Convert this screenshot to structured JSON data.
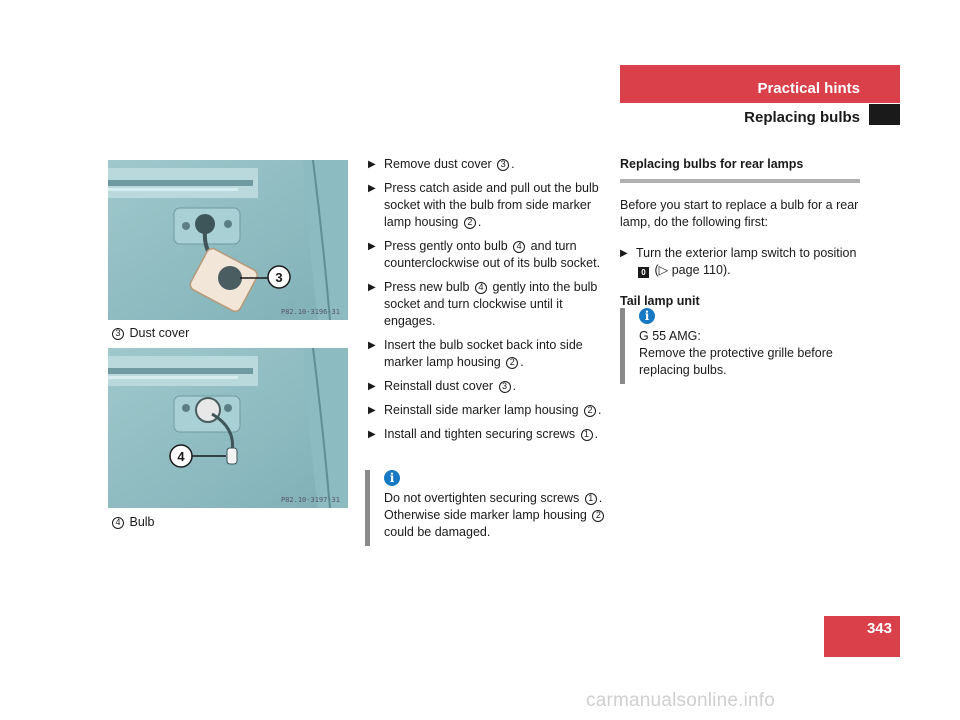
{
  "header": {
    "section": "Practical hints",
    "subsection": "Replacing bulbs"
  },
  "page_number": "343",
  "figures": [
    {
      "code": "P82.10-3196-31",
      "callout": "3",
      "caption_num": "3",
      "caption_text": "Dust cover"
    },
    {
      "code": "P82.10-3197-31",
      "callout": "4",
      "caption_num": "4",
      "caption_text": "Bulb"
    }
  ],
  "steps": {
    "s1": {
      "pre": "Remove dust cover",
      "num": "3",
      "post": "."
    },
    "s2": {
      "pre": "Press catch aside and pull out the bulb socket with the bulb from side marker lamp housing",
      "num": "2",
      "post": "."
    },
    "s3": {
      "pre": "Press gently onto bulb",
      "num": "4",
      "post": "and turn counterclockwise out of its bulb socket."
    },
    "s4": {
      "pre": "Press new bulb",
      "num": "4",
      "post": "gently into the bulb socket and turn clockwise until it engages."
    },
    "s5": {
      "pre": "Insert the bulb socket back into side marker lamp housing",
      "num": "2",
      "post": "."
    },
    "s6": {
      "pre": "Reinstall dust cover",
      "num": "3",
      "post": "."
    },
    "s7": {
      "pre": "Reinstall side marker lamp housing",
      "num": "2",
      "post": "."
    },
    "s8": {
      "pre": "Install and tighten securing screws",
      "num": "1",
      "post": "."
    }
  },
  "info1": {
    "pre": "Do not overtighten securing screws",
    "num1": "1",
    "mid": ". Otherwise side marker lamp housing",
    "num2": "2",
    "post": "could be damaged."
  },
  "col3": {
    "title": "Replacing bulbs for rear lamps",
    "intro": "Before you start to replace a bulb for a rear lamp, do the following first:",
    "step_pre": "Turn the exterior lamp switch to position",
    "switch_symbol": "0",
    "step_post": "(▷ page 110).",
    "subhead": "Tail lamp unit"
  },
  "info2": {
    "line1": "G 55 AMG:",
    "line2": "Remove the protective grille before replacing bulbs."
  },
  "info_icon": "i",
  "arrow_glyph": "▶",
  "watermark": "carmanualsonline.info"
}
